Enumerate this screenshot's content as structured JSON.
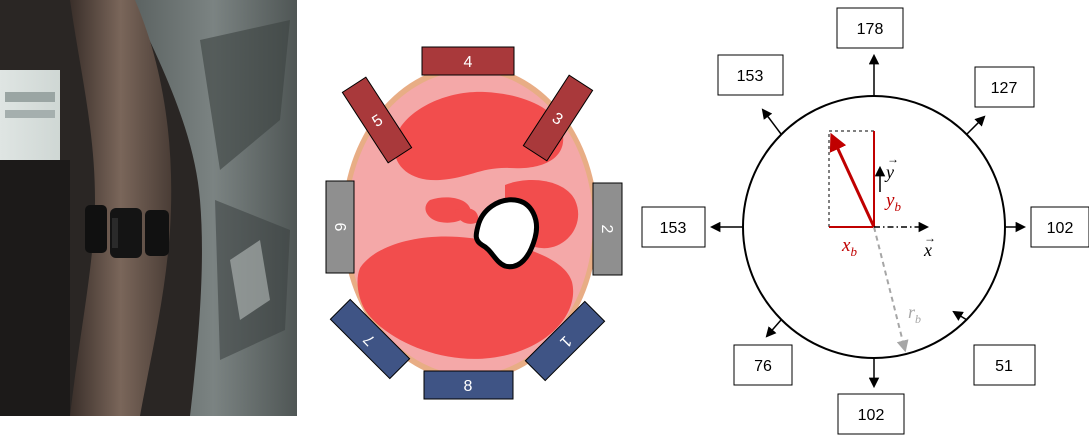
{
  "photo": {
    "description_icon": "armband-photo"
  },
  "cross_section": {
    "electrodes": [
      {
        "label": "4",
        "group": "top"
      },
      {
        "label": "3",
        "group": "top"
      },
      {
        "label": "5",
        "group": "top"
      },
      {
        "label": "2",
        "group": "side"
      },
      {
        "label": "6",
        "group": "side"
      },
      {
        "label": "1",
        "group": "bottom"
      },
      {
        "label": "7",
        "group": "bottom"
      },
      {
        "label": "8",
        "group": "bottom"
      }
    ],
    "colors": {
      "top": "#a9393b",
      "side": "#8f8f8f",
      "bottom": "#3f5485",
      "skin": "#e8ad85",
      "muscle_light": "#f4a8a8",
      "muscle_dark": "#f24d4d",
      "bone_outline": "#000000"
    }
  },
  "compass": {
    "directions": {
      "up": "178",
      "up_right": "127",
      "right": "102",
      "down_right": "51",
      "down": "102",
      "down_left": "76",
      "left": "153",
      "up_left": "153"
    },
    "axis_labels": {
      "y_axis": "y",
      "x_axis": "x",
      "y_component": "y",
      "y_component_sub": "b",
      "x_component": "x",
      "x_component_sub": "b",
      "radius": "r",
      "radius_sub": "b"
    },
    "colors": {
      "vector": "#c00000",
      "radius": "#a6a6a6",
      "circle": "#000000"
    }
  }
}
